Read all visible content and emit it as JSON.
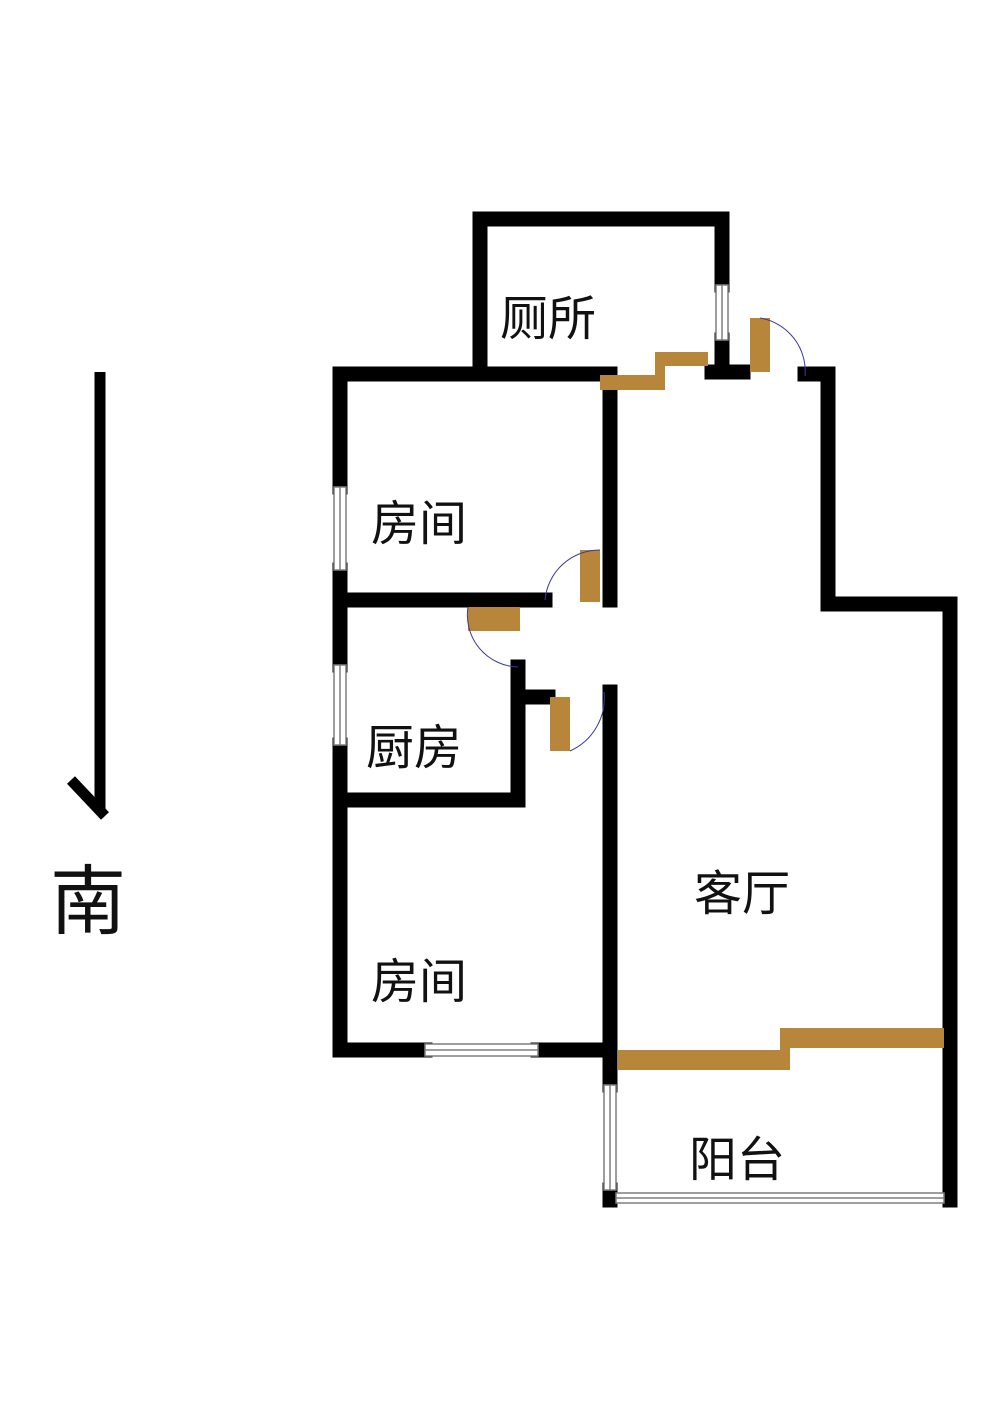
{
  "compass": {
    "label": "南",
    "arrow_icon": "arrow-down-icon"
  },
  "rooms": {
    "toilet": "厕所",
    "bedroom_north": "房间",
    "kitchen": "厨房",
    "bedroom_south": "房间",
    "living_room": "客厅",
    "balcony": "阳台"
  },
  "colors": {
    "wall": "#000000",
    "door_panel": "#b8863b",
    "door_arc": "#3a3a9a",
    "window": "#7f7f7f",
    "background": "#ffffff"
  }
}
